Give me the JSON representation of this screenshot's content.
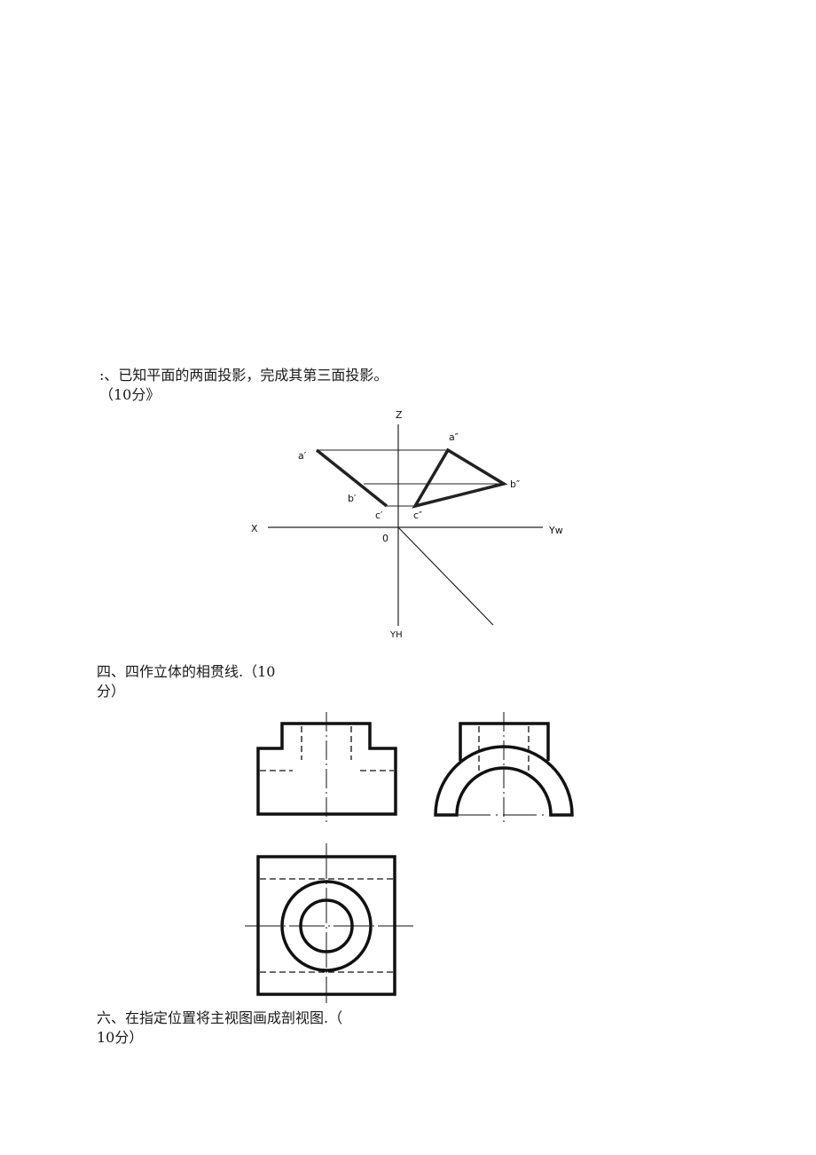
{
  "questions": [
    {
      "id": "q3",
      "line1": ":、已知平面的两面投影，完成其第三面投影。",
      "line2": "（10分》",
      "figure": {
        "type": "orthographic-projection",
        "axis_labels": {
          "z": "Z",
          "x": "X",
          "yw": "Yw",
          "yh": "YH",
          "origin": "0"
        },
        "front_view_labels": {
          "a": "a′",
          "b": "b′",
          "c": "c′"
        },
        "side_view_labels": {
          "a": "a″",
          "b": "b″",
          "c": "c″"
        }
      }
    },
    {
      "id": "q4",
      "line1": "四、四作立体的相贯线.（10",
      "line2": "分）",
      "figure": {
        "type": "three-view-drawing",
        "views": [
          "front-view",
          "side-view",
          "top-view"
        ]
      }
    },
    {
      "id": "q6",
      "line1": "六、在指定位置将主视图画成剖视图.（",
      "line2": "10分）"
    }
  ]
}
